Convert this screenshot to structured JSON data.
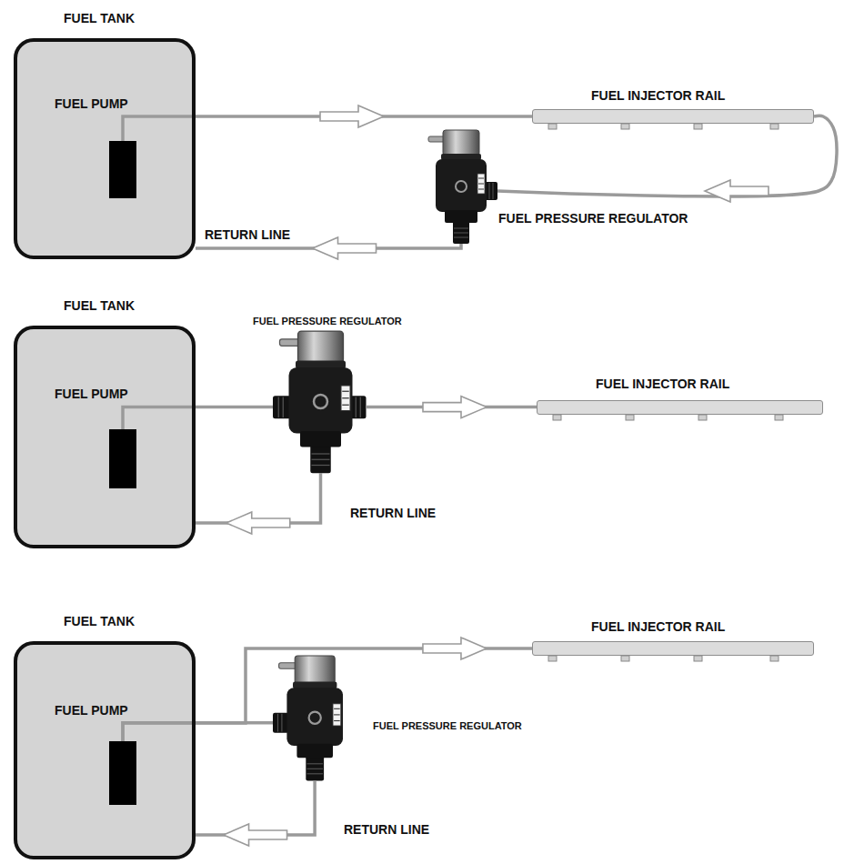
{
  "diagram": {
    "nodes": [
      {
        "text": [
          "FUEL TANK"
        ]
      },
      {
        "text": [
          "FUEL PUMP"
        ],
        "in": 0
      },
      {
        "text": [
          "FUEL INJECTOR RAIL"
        ]
      },
      {
        "text": [
          "FUEL PRESSURE REGULATOR"
        ]
      },
      {
        "text": [
          "FUEL TANK"
        ]
      },
      {
        "text": [
          "FUEL PUMP"
        ],
        "in": 4
      },
      {
        "text": [
          "FUEL PRESSURE REGULATOR"
        ]
      },
      {
        "text": [
          "FUEL INJECTOR RAIL"
        ]
      },
      {
        "text": [
          "FUEL TANK"
        ]
      },
      {
        "text": [
          "FUEL PUMP"
        ],
        "in": 8
      },
      {
        "text": [
          "FUEL INJECTOR RAIL"
        ]
      },
      {
        "text": [
          "FUEL PRESSURE REGULATOR"
        ]
      }
    ],
    "edges": [
      {
        "from": 1,
        "to": 2,
        "arrow": "to"
      },
      {
        "from": 2,
        "to": 3,
        "arrow": "to"
      },
      {
        "from": 3,
        "to": 0,
        "arrow": "to"
      },
      {
        "from": 5,
        "to": 6,
        "arrow": "none"
      },
      {
        "from": 6,
        "to": 7,
        "arrow": "to"
      },
      {
        "from": 6,
        "to": 4,
        "arrow": "to"
      },
      {
        "from": 9,
        "to": 10,
        "arrow": "to"
      },
      {
        "from": 9,
        "to": 11,
        "arrow": "none"
      },
      {
        "from": 11,
        "to": 8,
        "arrow": "to"
      }
    ],
    "labels": [
      "RETURN LINE",
      "RETURN LINE",
      "RETURN LINE"
    ]
  }
}
